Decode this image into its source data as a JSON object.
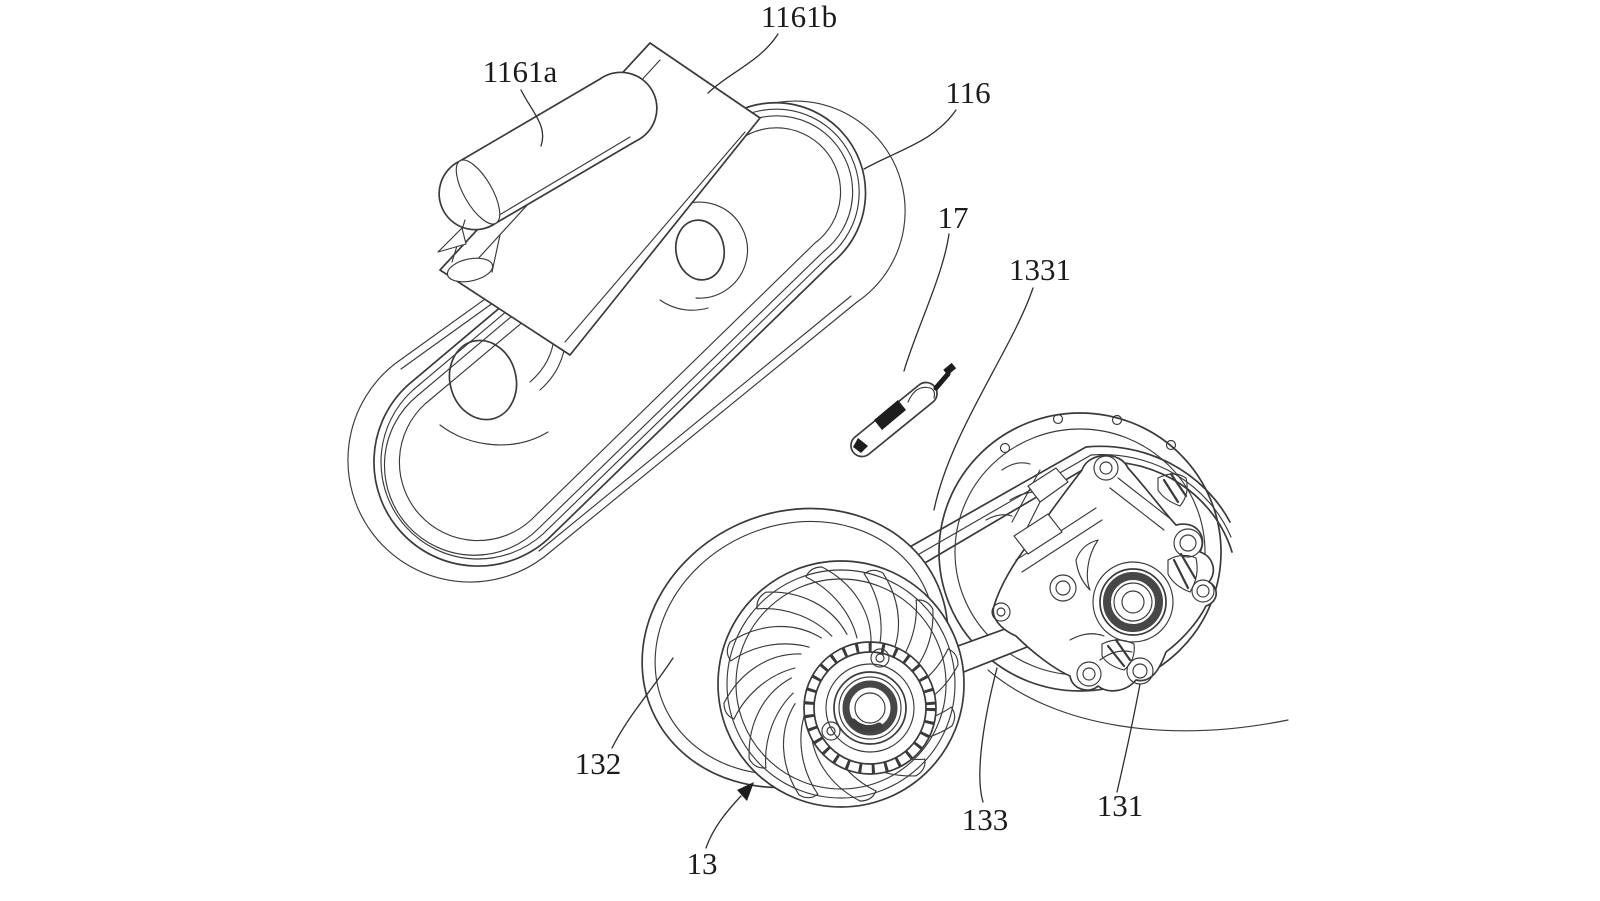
{
  "figure": {
    "kind": "patent-exploded-line-drawing",
    "background_color": "#ffffff",
    "line_color": "#3a3a3a",
    "label_color": "#1b1b1b"
  },
  "labels": {
    "1161a": {
      "text": "1161a"
    },
    "1161b": {
      "text": "1161b"
    },
    "116": {
      "text": "116"
    },
    "17": {
      "text": "17"
    },
    "1331": {
      "text": "1331"
    },
    "132": {
      "text": "132"
    },
    "13": {
      "text": "13"
    },
    "133": {
      "text": "133"
    },
    "131": {
      "text": "131"
    }
  }
}
